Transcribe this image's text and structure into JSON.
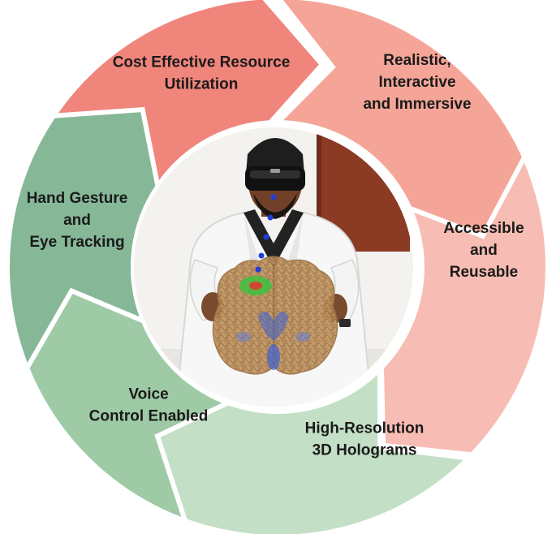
{
  "segments": [
    {
      "id": "cost",
      "lines": [
        "Cost Effective Resource",
        "Utilization"
      ],
      "color": "#f0857c"
    },
    {
      "id": "realistic",
      "lines": [
        "Realistic,",
        "Interactive",
        "and Immersive"
      ],
      "color": "#f4a597"
    },
    {
      "id": "accessible",
      "lines": [
        "Accessible",
        "and",
        "Reusable"
      ],
      "color": "#f7bcb3"
    },
    {
      "id": "hires",
      "lines": [
        "High-Resolution",
        "3D Holograms"
      ],
      "color": "#c3dfc5"
    },
    {
      "id": "voice",
      "lines": [
        "Voice",
        "Control Enabled"
      ],
      "color": "#9fcaa6"
    },
    {
      "id": "hand",
      "lines": [
        "Hand Gesture",
        "and",
        "Eye Tracking"
      ],
      "color": "#86b898"
    }
  ],
  "center_photo": {
    "subject": "person-in-lab-coat-with-mixed-reality-headset-holding-brain-hologram"
  }
}
